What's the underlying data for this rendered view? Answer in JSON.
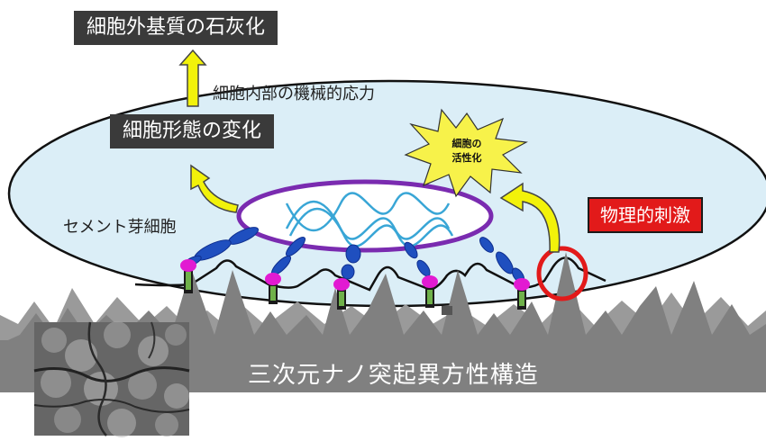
{
  "labels": {
    "mineralization": "細胞外基質の石灰化",
    "mechanical_stress": "細胞内部の機械的応力",
    "morphology_change": "細胞形態の変化",
    "cementoblast": "セメント芽細胞",
    "activation_line1": "細胞の",
    "activation_line2": "活性化",
    "physical_stimulus": "物理的刺激",
    "nano_structure": "三次元ナノ突起異方性構造"
  },
  "colors": {
    "cell_fill": "#dbeef7",
    "cell_stroke": "#111111",
    "nucleus_stroke": "#7a2bb0",
    "dna": "#39a6d6",
    "surface": "#808080",
    "arrow": "#f2f20a",
    "burst": "#f7f24a",
    "stimulus": "#e21a1a",
    "receptor": "#e21ad2",
    "fiber": "#1f4fbf",
    "dark_box": "#3a3a3a"
  },
  "icons": [
    "up-arrow-icon",
    "curved-arrow-icon",
    "starburst-icon",
    "highlight-circle-icon"
  ]
}
